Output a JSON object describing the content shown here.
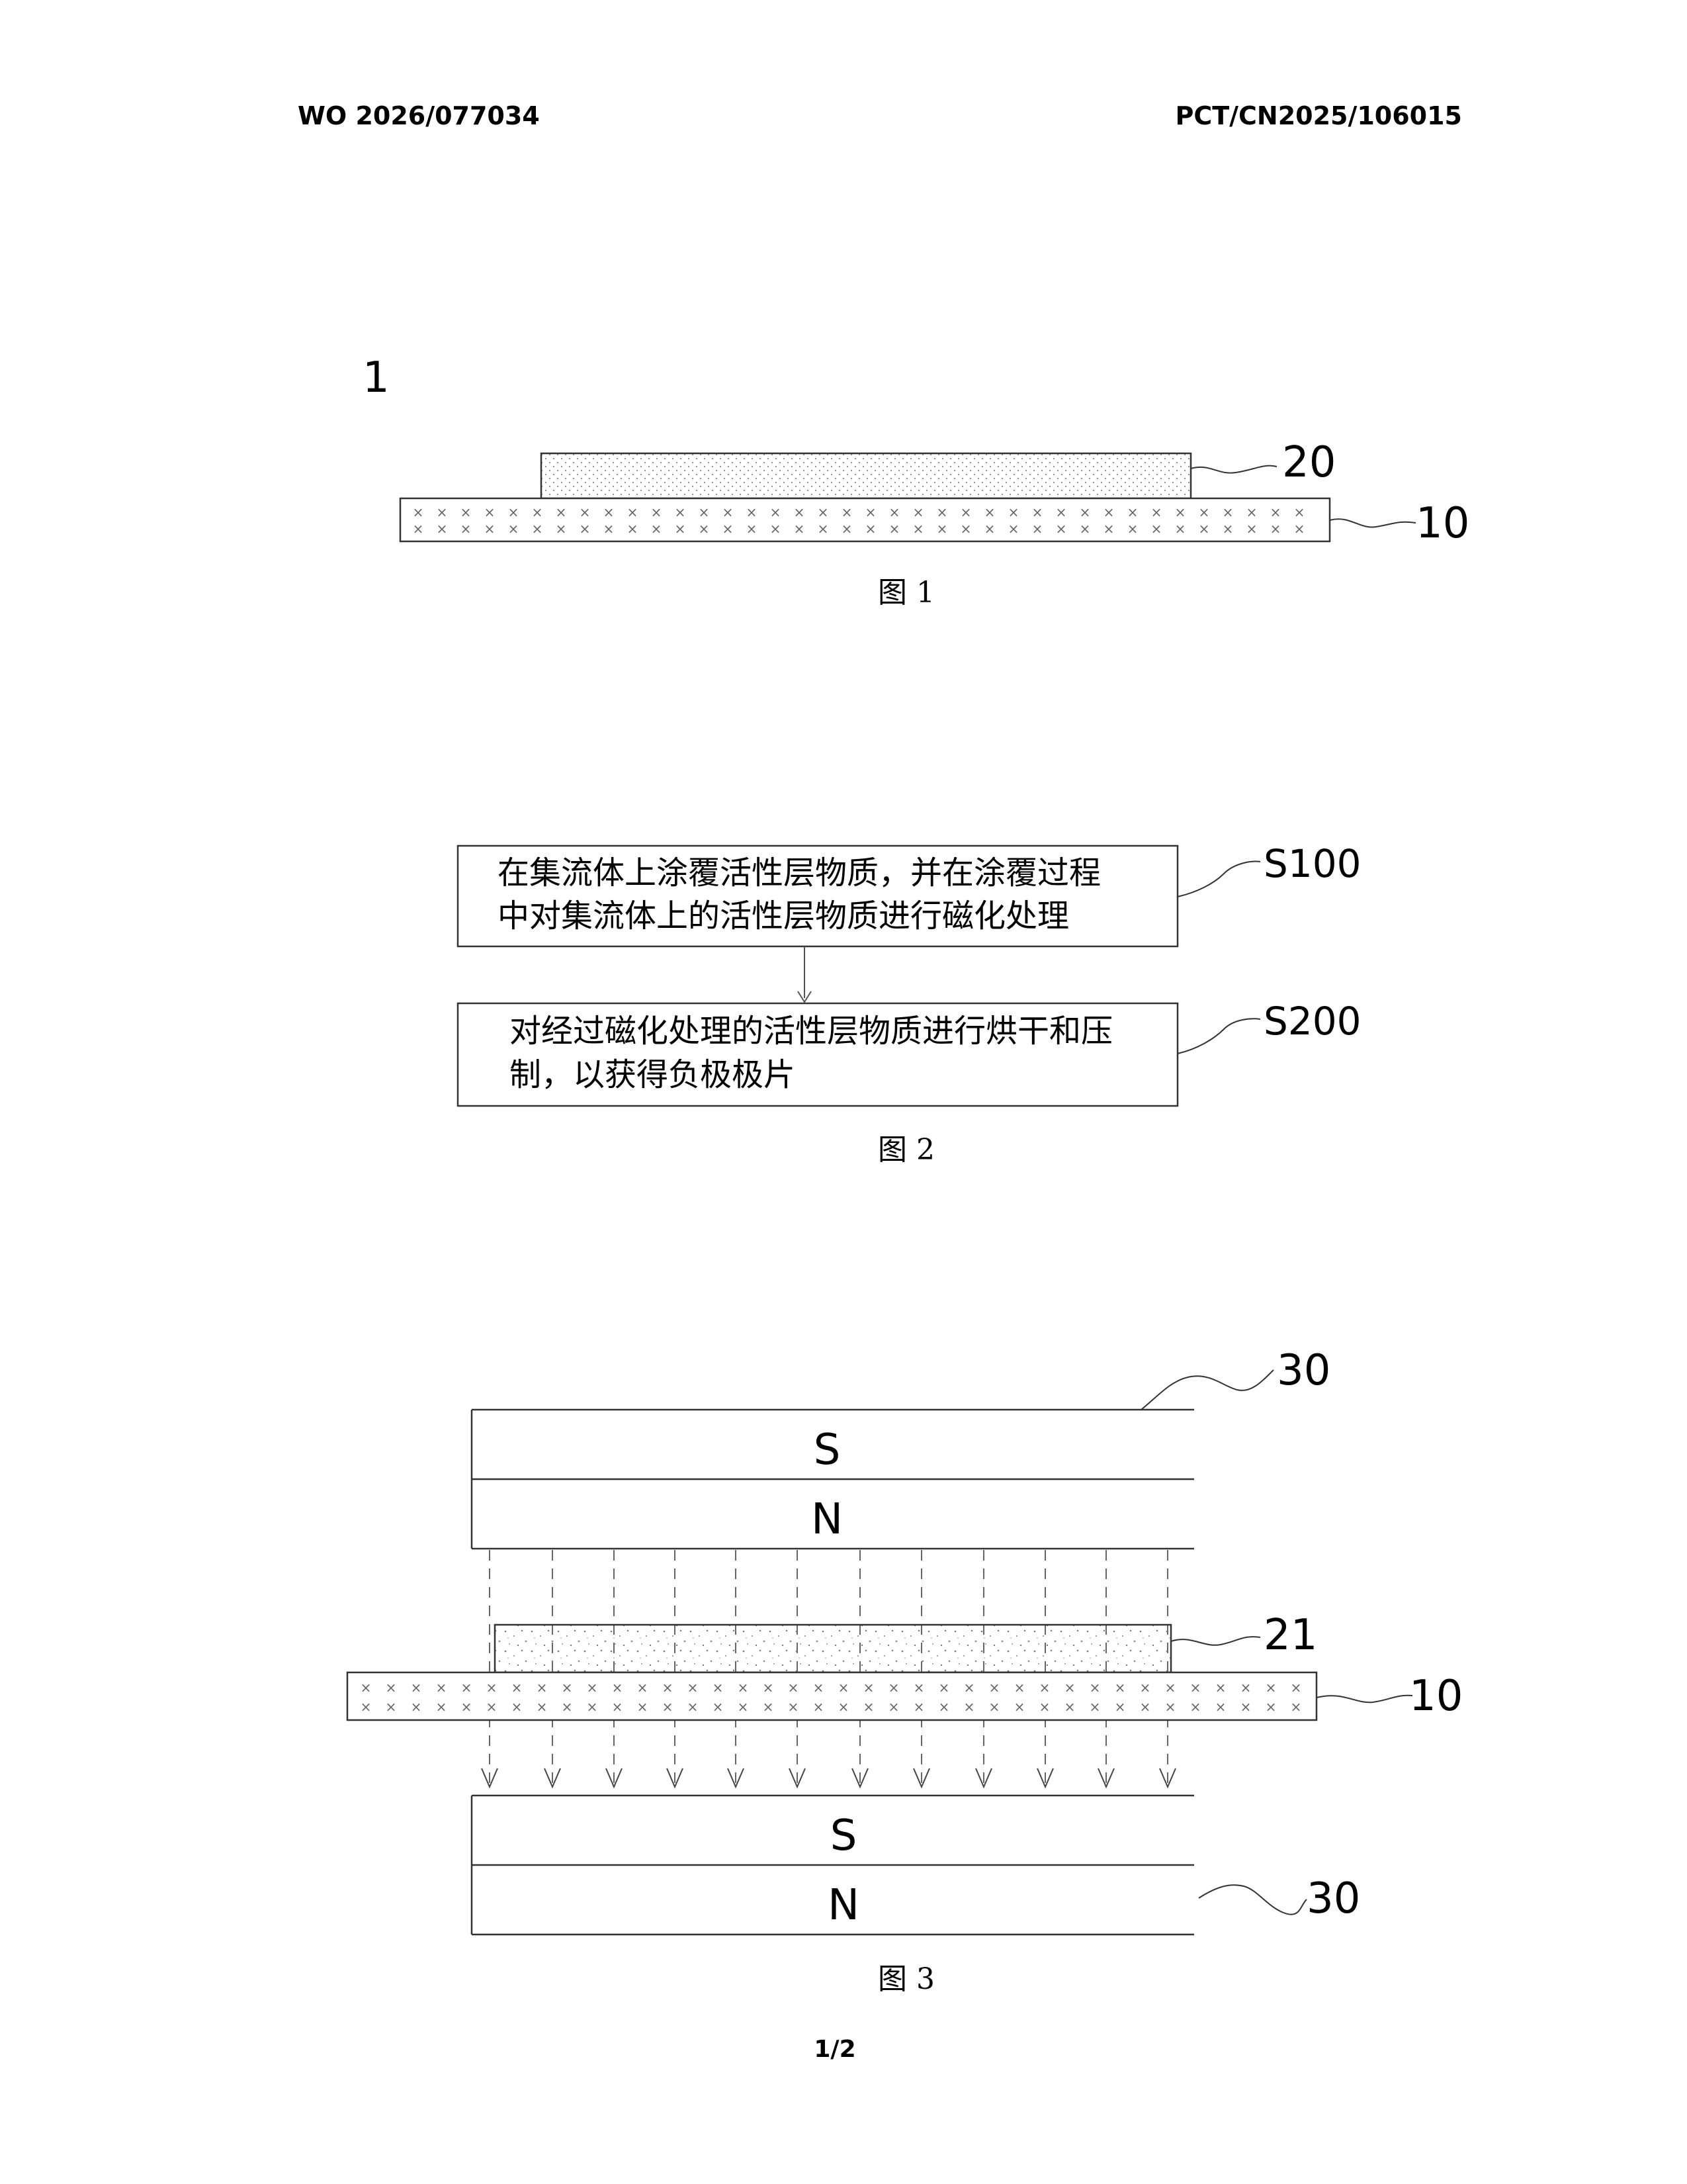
{
  "header": {
    "pub_number": "WO 2026/077034",
    "app_number": "PCT/CN2025/106015"
  },
  "fig1": {
    "assembly_ref": "1",
    "active_layer_ref": "20",
    "collector_ref": "10",
    "caption": "图 1"
  },
  "fig2": {
    "steps": [
      {
        "id": "S100",
        "lines": [
          "在集流体上涂覆活性层物质，并在涂覆过程",
          "中对集流体上的活性层物质进行磁化处理"
        ]
      },
      {
        "id": "S200",
        "lines": [
          "对经过磁化处理的活性层物质进行烘干和压",
          "制，以获得负极极片"
        ]
      }
    ],
    "caption": "图 2"
  },
  "fig3": {
    "magnet_top_ref": "30",
    "magnet_bottom_ref": "30",
    "layer_ref": "21",
    "collector_ref": "10",
    "top_poles": [
      "S",
      "N"
    ],
    "bottom_poles": [
      "S",
      "N"
    ],
    "caption": "图 3"
  },
  "footer": {
    "page": "1/2"
  }
}
